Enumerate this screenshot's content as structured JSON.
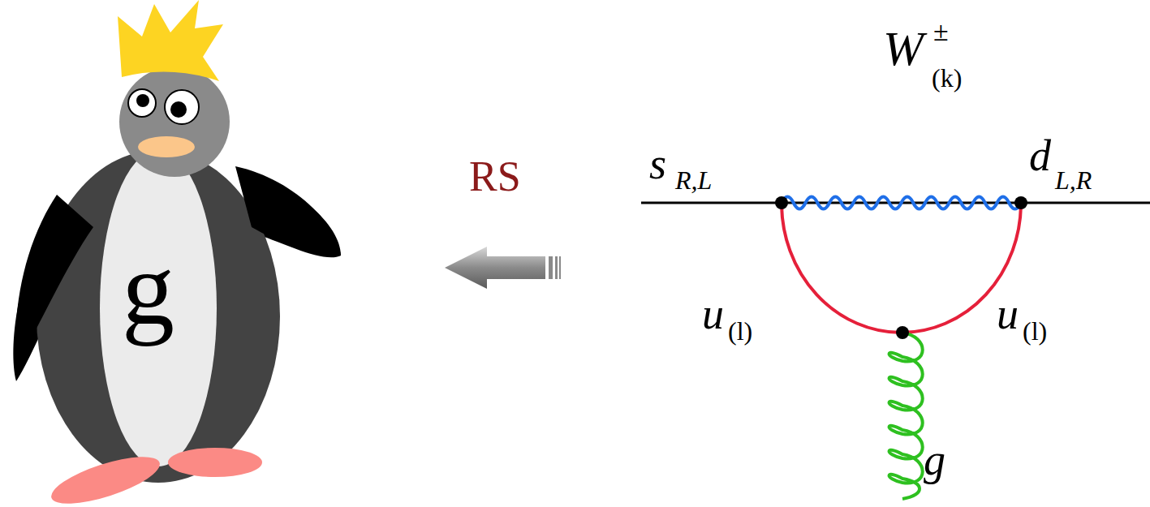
{
  "diagram": {
    "labels": [
      "g",
      "RS",
      "s",
      "R,L",
      "W",
      "±",
      "(k)",
      "d",
      "L,R",
      "u",
      "(l)",
      "u",
      "(l)",
      "g"
    ]
  }
}
